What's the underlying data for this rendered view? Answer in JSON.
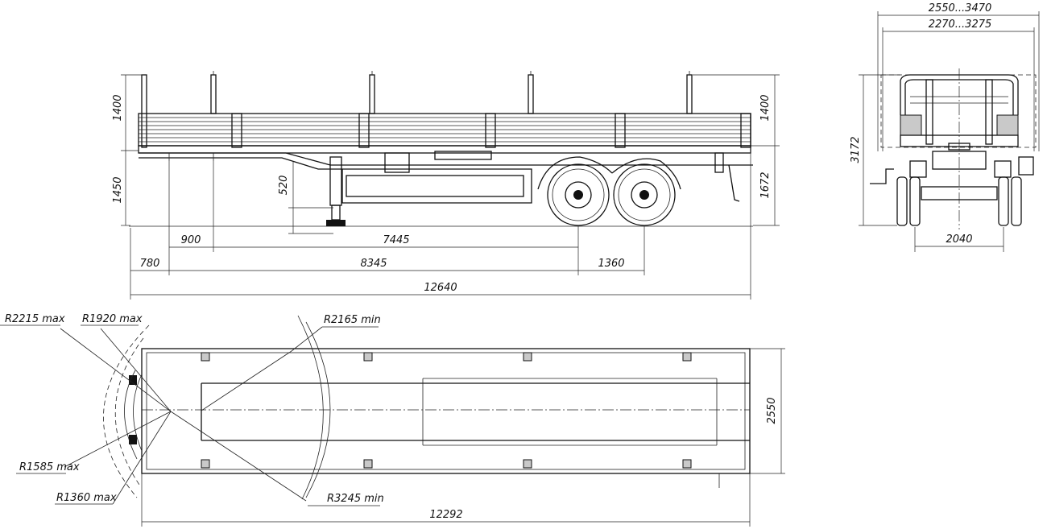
{
  "side_view": {
    "dim_stake_height_left": "1400",
    "dim_stake_height_right": "1400",
    "dim_coupling_height": "1450",
    "dim_deck_height": "1672",
    "dim_support_travel": "520",
    "dim_kingpin_offset": "900",
    "dim_axle_from_kingpin": "7445",
    "dim_front_overhang": "780",
    "dim_to_first_axle": "8345",
    "dim_axle_spacing": "1360",
    "dim_overall_length": "12640"
  },
  "rear_view": {
    "dim_overall_width_range": "2550...3470",
    "dim_inner_width_range": "2270...3275",
    "dim_overall_height": "3172",
    "dim_track": "2040"
  },
  "top_view": {
    "radius_2215": "R2215 max",
    "radius_1920": "R1920 max",
    "radius_2165": "R2165 min",
    "radius_1585": "R1585 max",
    "radius_1360": "R1360 max",
    "radius_3245": "R3245 min",
    "dim_platform_width": "2550",
    "dim_platform_length": "12292"
  }
}
